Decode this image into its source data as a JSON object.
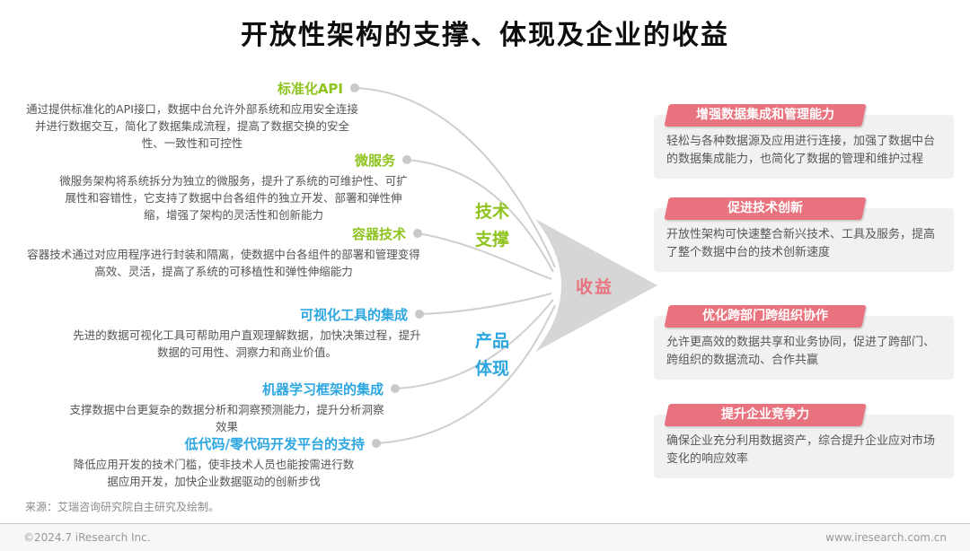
{
  "title": "开放性架构的支撑、体现及企业的收益",
  "colors": {
    "green": "#8FC31F",
    "blue": "#2EA7E0",
    "pink": "#E8737E",
    "arrow_gray": "#D6D6D6"
  },
  "tech_supports": {
    "label_lines": [
      "技术",
      "支撑"
    ],
    "items": [
      {
        "heading": "标准化API",
        "desc": "通过提供标准化的API接口，数据中台允许外部系统和应用安全连接并进行数据交互，简化了数据集成流程，提高了数据交换的安全性、一致性和可控性"
      },
      {
        "heading": "微服务",
        "desc": "微服务架构将系统拆分为独立的微服务，提升了系统的可维护性、可扩展性和容错性，它支持了数据中台各组件的独立开发、部署和弹性伸缩，增强了架构的灵活性和创新能力"
      },
      {
        "heading": "容器技术",
        "desc": "容器技术通过对应用程序进行封装和隔离，使数据中台各组件的部署和管理变得高效、灵活，提高了系统的可移植性和弹性伸缩能力"
      }
    ]
  },
  "product_embodiments": {
    "label_lines": [
      "产品",
      "体现"
    ],
    "items": [
      {
        "heading": "可视化工具的集成",
        "desc": "先进的数据可视化工具可帮助用户直观理解数据，加快决策过程，提升数据的可用性、洞察力和商业价值。"
      },
      {
        "heading": "机器学习框架的集成",
        "desc": "支撑数据中台更复杂的数据分析和洞察预测能力，提升分析洞察效果"
      },
      {
        "heading": "低代码/零代码开发平台的支持",
        "desc": "降低应用开发的技术门槛，使非技术人员也能按需进行数据应用开发，加快企业数据驱动的创新步伐"
      }
    ]
  },
  "benefit": {
    "label": "收益",
    "cards": [
      {
        "title": "增强数据集成和管理能力",
        "desc": "轻松与各种数据源及应用进行连接，加强了数据中台的数据集成能力，也简化了数据的管理和维护过程"
      },
      {
        "title": "促进技术创新",
        "desc": "开放性架构可快速整合新兴技术、工具及服务，提高了整个数据中台的技术创新速度"
      },
      {
        "title": "优化跨部门跨组织协作",
        "desc": "允许更高效的数据共享和业务协同，促进了跨部门、跨组织的数据流动、合作共赢"
      },
      {
        "title": "提升企业竞争力",
        "desc": "确保企业充分利用数据资产，综合提升企业应对市场变化的响应效率"
      }
    ]
  },
  "source": "来源：艾瑞咨询研究院自主研究及绘制。",
  "footer": {
    "copyright": "©2024.7 iResearch Inc.",
    "website": "www.iresearch.com.cn"
  }
}
